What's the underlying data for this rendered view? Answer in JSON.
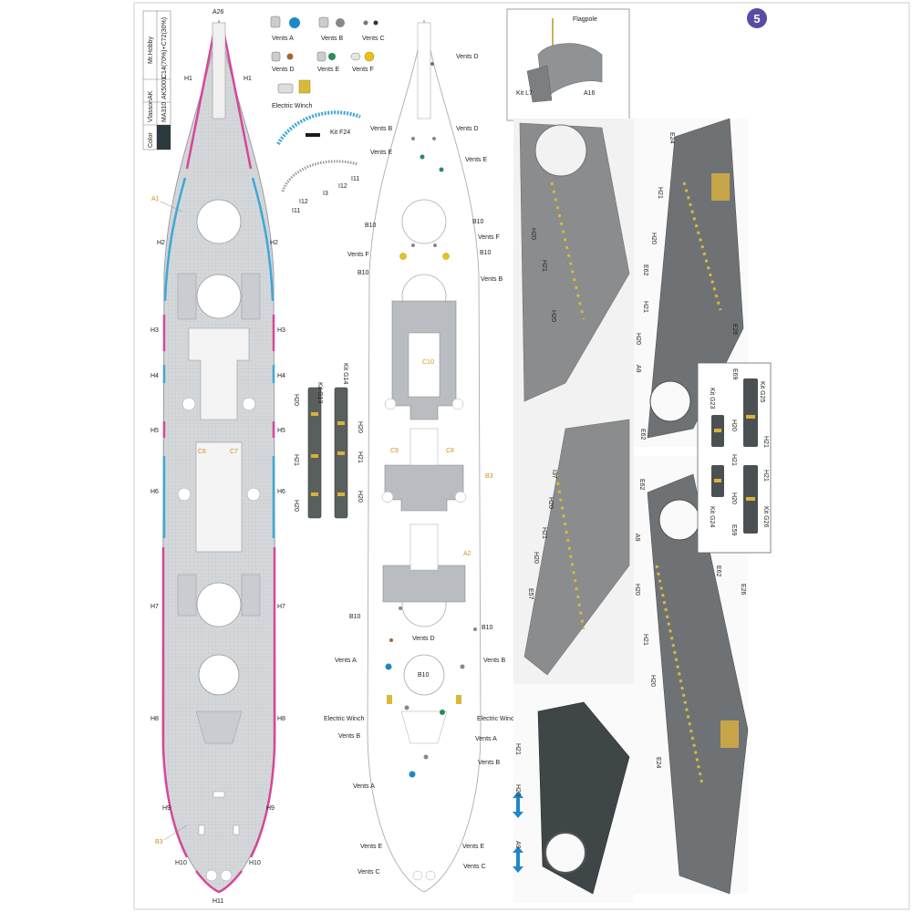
{
  "step_number": "5",
  "color_table": {
    "headers": [
      "Color",
      "Vlasson",
      "AK",
      "Mr.Hobby"
    ],
    "values": [
      "",
      "MA310",
      "AK5001",
      "C14(70%)+C72(30%)"
    ]
  },
  "hull_labels": {
    "bow": "A26",
    "stern": "H11",
    "deck_a": "A1",
    "deck_b": "B3",
    "h1": "H1",
    "h2": "H2",
    "h3": "H3",
    "h4": "H4",
    "h5": "H5",
    "h6": "H6",
    "h7": "H7",
    "h8": "H8",
    "h9": "H9",
    "h10": "H10",
    "c6": "C6",
    "c7": "C7"
  },
  "legend": {
    "vents_a": "Vents A",
    "vents_b": "Vents B",
    "vents_c": "Vents C",
    "vents_d": "Vents D",
    "vents_e": "Vents E",
    "vents_f": "Vents F",
    "electric_winch": "Electric Winch",
    "kit_f24": "Kit F24",
    "i11": "I11",
    "i12": "I12",
    "i3": "I3"
  },
  "kit_strips": {
    "g13": "Kit G13",
    "g14": "Kit G14",
    "h20": "H20",
    "h21": "H21"
  },
  "outline_labels": {
    "vents_d": "Vents D",
    "vents_b": "Vents B",
    "vents_e": "Vents E",
    "vents_f": "Vents F",
    "vents_a": "Vents A",
    "vents_c": "Vents C",
    "b10": "B10",
    "c10": "C10",
    "c8": "C8",
    "c9": "C9",
    "b3": "B3",
    "a2": "A2",
    "electric_winch": "Electric Winch"
  },
  "inset_top": {
    "flagpole": "Flagpole",
    "kit_l7": "Kit L7",
    "a16": "A16"
  },
  "photo_labels": {
    "h20": "H20",
    "h21": "H21",
    "e62": "E62",
    "e26": "E26",
    "e24": "E24",
    "a9": "A9",
    "i37": "I37",
    "e57": "E57",
    "e69": "E69"
  },
  "detail_box": {
    "g25": "Kit G25",
    "g23": "Kit G23",
    "g24": "Kit G24",
    "g26": "Kit G26",
    "e69": "E69",
    "e59": "E59",
    "h20": "H20",
    "h21": "H21"
  },
  "colors": {
    "accent_purple": "#5b4aa3",
    "vent_blue": "#1e88c8",
    "vent_yellow": "#e8c21a",
    "vent_green": "#2e8b57",
    "vent_brown": "#a0663a",
    "hull_pink": "#d6479a",
    "hull_blue": "#3fa7d6",
    "label_orange": "#d98b1c",
    "deck_gray": "#d9dbdd",
    "model_gray": "#8a8c8e",
    "dark_swatch": "#2b3a3f"
  }
}
